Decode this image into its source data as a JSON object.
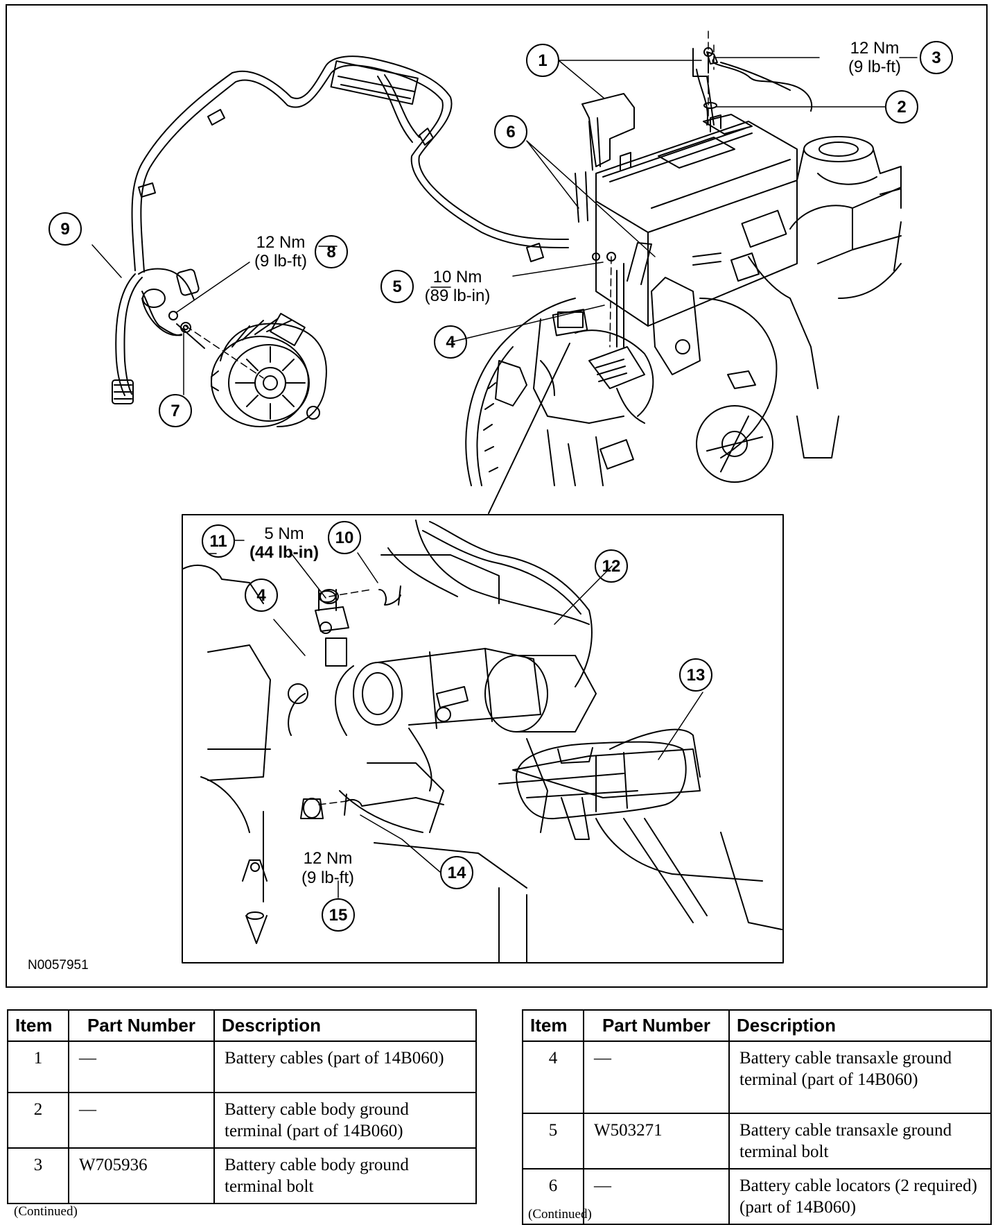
{
  "figure_id": "N0057951",
  "callouts": [
    {
      "num": "1"
    },
    {
      "num": "2"
    },
    {
      "num": "3",
      "torque_nm": "12 Nm",
      "torque_imp": "(9 lb-ft)"
    },
    {
      "num": "4"
    },
    {
      "num": "5",
      "torque_nm": "10 Nm",
      "torque_imp": "(89 lb-in)"
    },
    {
      "num": "6"
    },
    {
      "num": "7"
    },
    {
      "num": "8",
      "torque_nm": "12 Nm",
      "torque_imp": "(9 lb-ft)"
    },
    {
      "num": "9"
    },
    {
      "num": "10"
    },
    {
      "num": "11",
      "torque_nm": "5 Nm",
      "torque_imp": "(44 lb-in)"
    },
    {
      "num": "12"
    },
    {
      "num": "13"
    },
    {
      "num": "14"
    },
    {
      "num": "15",
      "torque_nm": "12 Nm",
      "torque_imp": "(9 lb-ft)"
    },
    {
      "num": "4"
    }
  ],
  "table_left": {
    "headers": [
      "Item",
      "Part Number",
      "Description"
    ],
    "rows": [
      {
        "item": "1",
        "part": "—",
        "desc": "Battery cables (part of 14B060)"
      },
      {
        "item": "2",
        "part": "—",
        "desc": "Battery cable body ground terminal (part of 14B060)"
      },
      {
        "item": "3",
        "part": "W705936",
        "desc": "Battery cable body ground terminal bolt"
      }
    ],
    "continued": "(Continued)"
  },
  "table_right": {
    "headers": [
      "Item",
      "Part Number",
      "Description"
    ],
    "rows": [
      {
        "item": "4",
        "part": "—",
        "desc": "Battery cable transaxle ground terminal (part of 14B060)"
      },
      {
        "item": "5",
        "part": "W503271",
        "desc": "Battery cable transaxle ground terminal bolt"
      },
      {
        "item": "6",
        "part": "—",
        "desc": "Battery cable locators (2 required) (part of 14B060)"
      }
    ],
    "continued": "(Continued)"
  }
}
